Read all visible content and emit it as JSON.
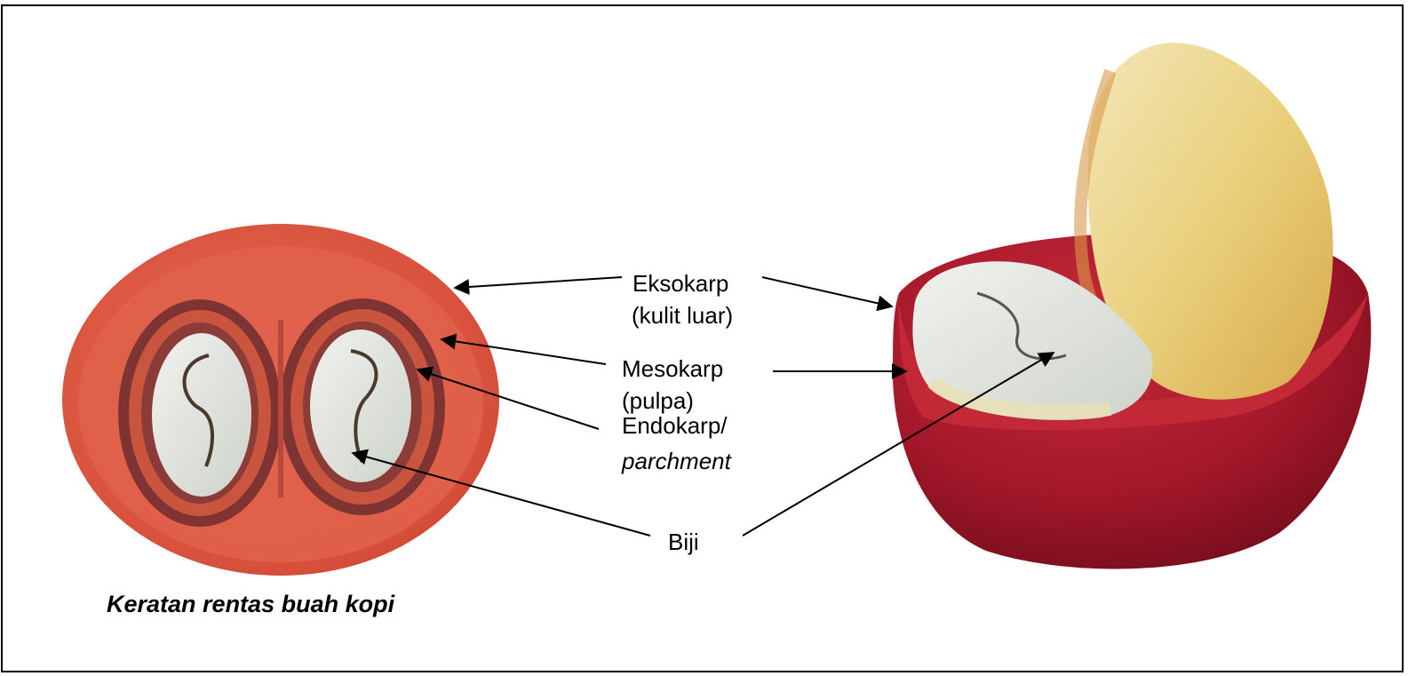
{
  "labels": {
    "eksokarp": "Eksokarp",
    "eksokarp_sub": "(kulit luar)",
    "mesokarp": "Mesokarp",
    "mesokarp_sub": "(pulpa)",
    "endokarp": "Endokarp/",
    "endokarp_sub": "parchment",
    "biji": "Biji"
  },
  "caption": "Keratan rentas buah kopi",
  "colors": {
    "exocarp_left": "#d9513b",
    "mesocarp_left": "#e46a52",
    "parchment": "#8a3a38",
    "seed": "#e9ece6",
    "cherry_red": "#a8182a",
    "seed_yellow": "#ecd58a"
  }
}
